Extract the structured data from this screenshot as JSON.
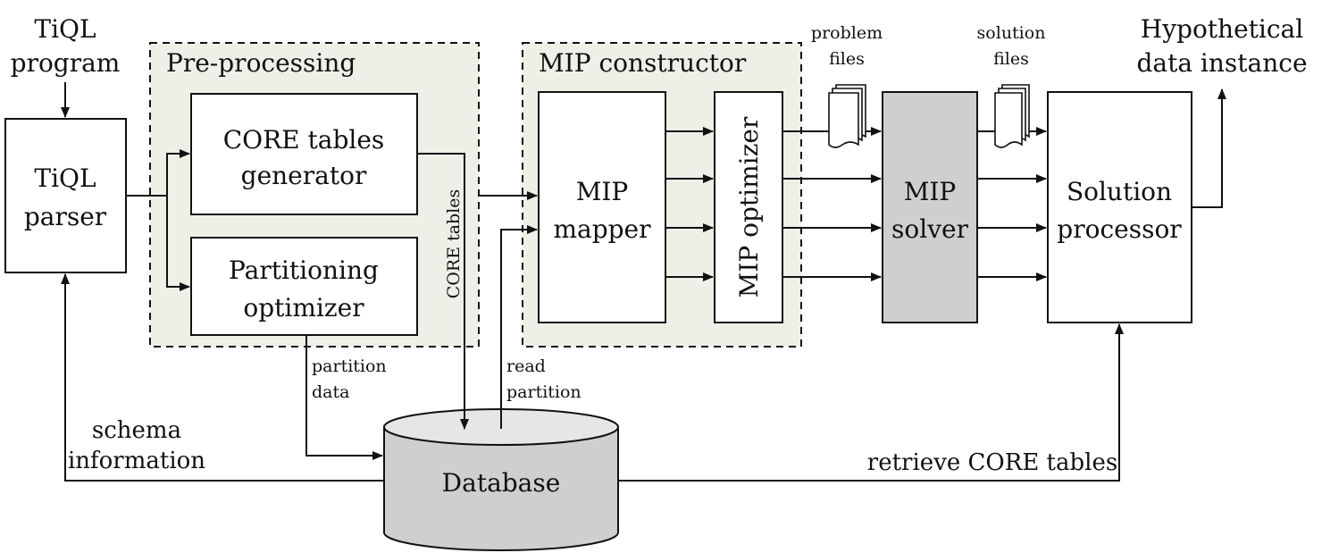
{
  "inputs": {
    "tiql_program": [
      "TiQL",
      "program"
    ]
  },
  "outputs": {
    "hypothetical_instance": [
      "Hypothetical",
      "data instance"
    ]
  },
  "groups": {
    "preprocessing": "Pre-processing",
    "mip_constructor": "MIP constructor"
  },
  "nodes": {
    "tiql_parser": [
      "TiQL",
      "parser"
    ],
    "core_tables_generator": [
      "CORE tables",
      "generator"
    ],
    "partitioning_optimizer": [
      "Partitioning",
      "optimizer"
    ],
    "mip_mapper": [
      "MIP",
      "mapper"
    ],
    "mip_optimizer": "MIP optimizer",
    "mip_solver": [
      "MIP",
      "solver"
    ],
    "solution_processor": [
      "Solution",
      "processor"
    ],
    "database": "Database"
  },
  "edge_labels": {
    "core_tables": "CORE tables",
    "problem_files": [
      "problem",
      "files"
    ],
    "solution_files": [
      "solution",
      "files"
    ],
    "partition_data": [
      "partition",
      "data"
    ],
    "read_partition": [
      "read",
      "partition"
    ],
    "schema_information": [
      "schema",
      "information"
    ],
    "retrieve_core_tables": "retrieve CORE tables"
  },
  "colors": {
    "group_fill": "#efeee7",
    "solver_fill": "#cfcfcf",
    "database_fill": "#cfcfcf",
    "stroke": "#111111"
  }
}
